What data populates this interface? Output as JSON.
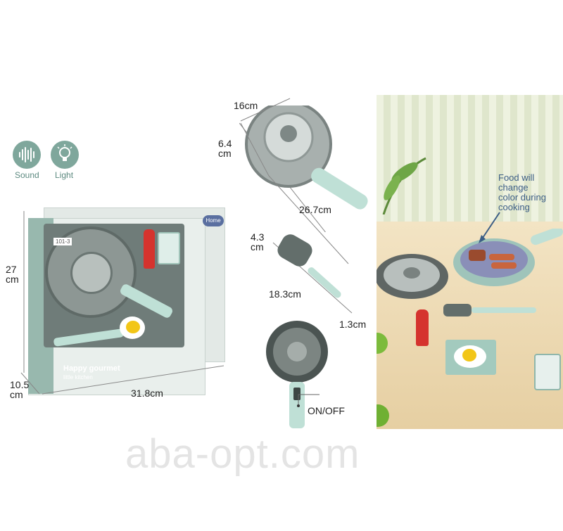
{
  "features": {
    "sound_label": "Sound",
    "light_label": "Light",
    "sound_icon": "sound-wave-icon",
    "light_icon": "light-bulb-icon"
  },
  "package": {
    "brand": "Home",
    "title": "Happy gourmet",
    "subtitle": "little kitchen",
    "model": "101-3",
    "height": "27\ncm",
    "depth": "10.5\ncm",
    "width": "31.8cm"
  },
  "pan_dimensions": {
    "diameter": "16cm",
    "height": "6.4\ncm",
    "length": "26.7cm"
  },
  "spatula_dimensions": {
    "width": "4.3\ncm",
    "length": "18.3cm",
    "thickness": "1.3cm"
  },
  "switch_label": "ON/OFF",
  "callout": "Food will\nchange\ncolor during\ncooking",
  "watermark": "aba-opt.com",
  "colors": {
    "mint": "#a9cfc4",
    "pan_gray": "#6f7c79",
    "accent_blue": "#3c5e86"
  }
}
